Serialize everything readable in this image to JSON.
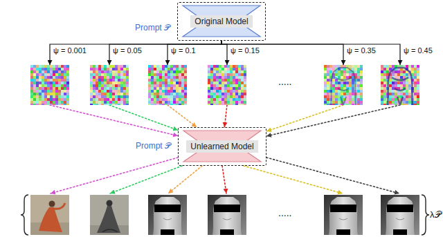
{
  "diagram": {
    "nodes": [
      {
        "text": [
          "Original Model"
        ]
      },
      {
        "text": [
          "ψ = 0.001"
        ]
      },
      {
        "text": [
          "ψ = 0.05"
        ]
      },
      {
        "text": [
          "ψ = 0.1"
        ]
      },
      {
        "text": [
          "ψ = 0.15"
        ]
      },
      {
        "text": [
          "ψ = 0.35"
        ]
      },
      {
        "text": [
          "ψ = 0.45"
        ]
      },
      {
        "text": [
          "Unlearned Model"
        ]
      }
    ],
    "edges": [
      {
        "from": 0,
        "to": 1,
        "arrow": "to"
      },
      {
        "from": 0,
        "to": 2,
        "arrow": "to"
      },
      {
        "from": 0,
        "to": 3,
        "arrow": "to"
      },
      {
        "from": 0,
        "to": 4,
        "arrow": "to"
      },
      {
        "from": 0,
        "to": 5,
        "arrow": "to"
      },
      {
        "from": 0,
        "to": 6,
        "arrow": "to"
      },
      {
        "from": 1,
        "to": 7,
        "arrow": "to"
      },
      {
        "from": 2,
        "to": 7,
        "arrow": "to"
      },
      {
        "from": 3,
        "to": 7,
        "arrow": "to"
      },
      {
        "from": 4,
        "to": 7,
        "arrow": "to"
      },
      {
        "from": 5,
        "to": 7,
        "arrow": "to"
      },
      {
        "from": 6,
        "to": 7,
        "arrow": "to"
      }
    ],
    "labels": [
      "Prompt 𝒫",
      "Prompt 𝒫",
      ".....",
      ".....",
      "λ𝒫"
    ]
  }
}
